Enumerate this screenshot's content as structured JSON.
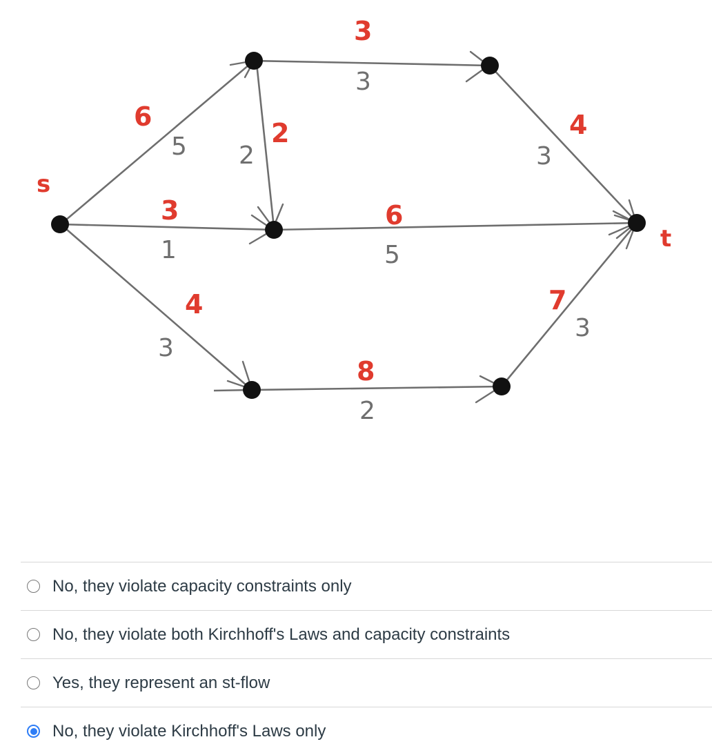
{
  "graph": {
    "node_labels": {
      "source": "s",
      "sink": "t"
    },
    "edges": [
      {
        "id": "s-a",
        "capacity": "6",
        "flow": "5"
      },
      {
        "id": "a-b",
        "capacity": "3",
        "flow": "3"
      },
      {
        "id": "a-c",
        "capacity": "2",
        "flow": "2"
      },
      {
        "id": "s-c",
        "capacity": "3",
        "flow": "1"
      },
      {
        "id": "b-t",
        "capacity": "4",
        "flow": "3"
      },
      {
        "id": "c-t",
        "capacity": "6",
        "flow": "5"
      },
      {
        "id": "s-d",
        "capacity": "4",
        "flow": "3"
      },
      {
        "id": "d-e",
        "capacity": "8",
        "flow": "2"
      },
      {
        "id": "e-t",
        "capacity": "7",
        "flow": "3"
      }
    ],
    "colors": {
      "capacity": "#e03b2e",
      "flow": "#6f6f6f",
      "edge": "#6e6e6e",
      "node": "#111111"
    }
  },
  "question": {
    "options": [
      {
        "label": "No, they violate capacity constraints only",
        "selected": false
      },
      {
        "label": "No, they violate both Kirchhoff's Laws and capacity constraints",
        "selected": false
      },
      {
        "label": "Yes, they represent an st-flow",
        "selected": false
      },
      {
        "label": "No, they violate Kirchhoff's Laws only",
        "selected": true
      }
    ],
    "accent_color": "#2e7df6"
  }
}
